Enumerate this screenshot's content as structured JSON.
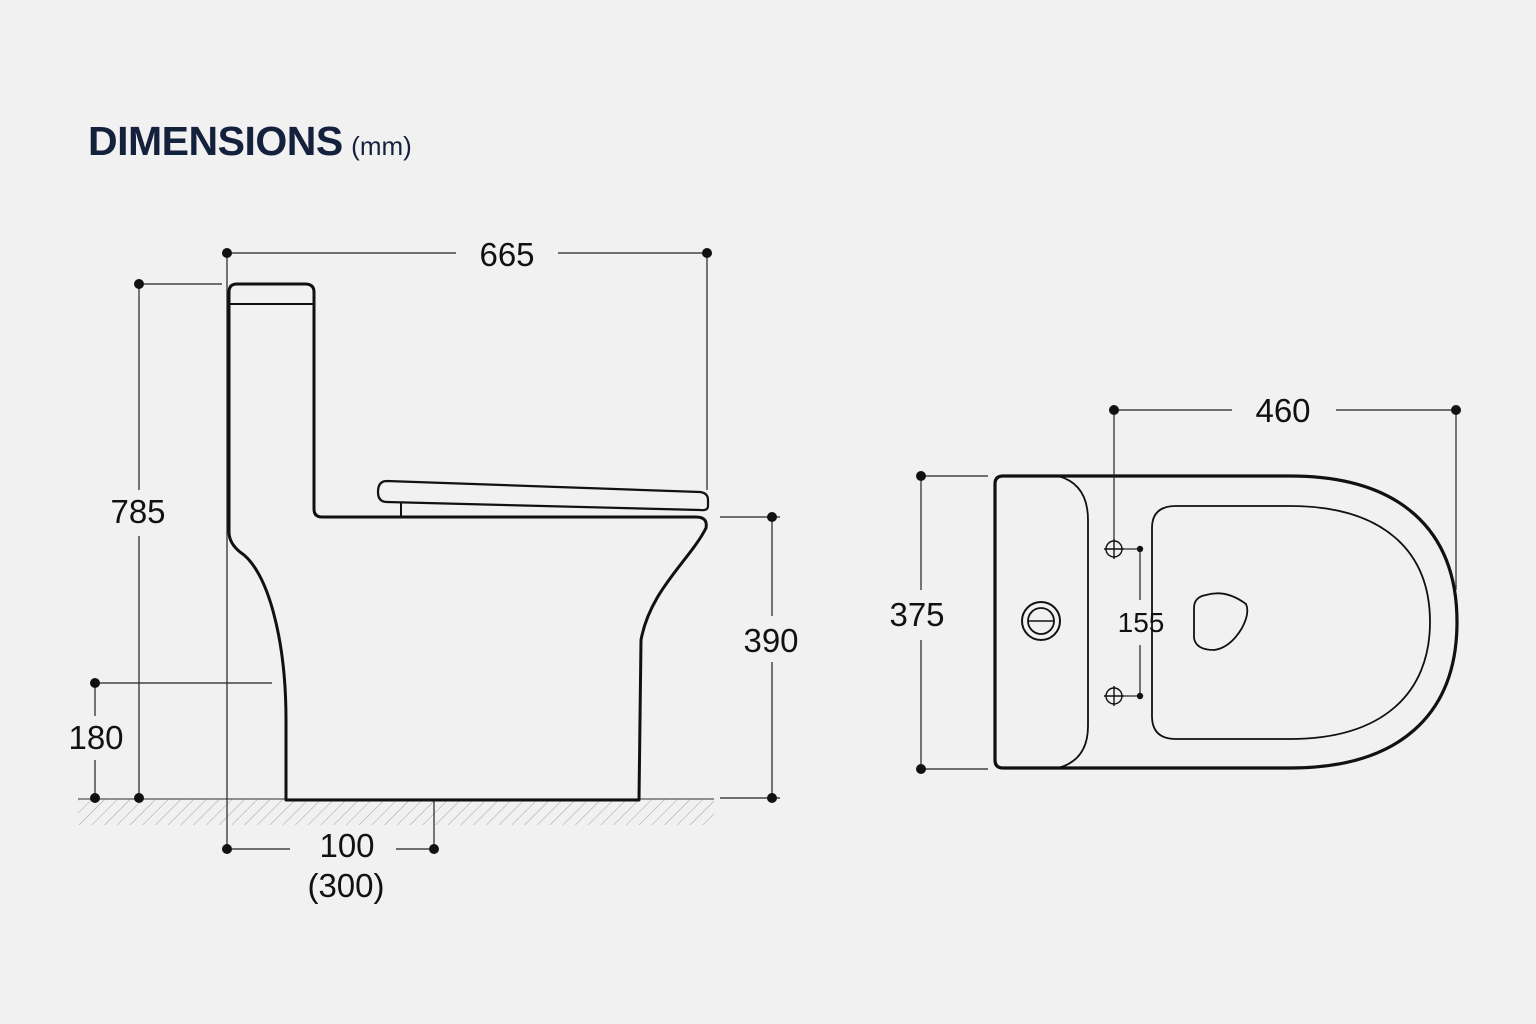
{
  "title": {
    "main": "DIMENSIONS",
    "unit": "(mm)"
  },
  "side_view": {
    "overall_length": "665",
    "overall_height": "785",
    "seat_height": "390",
    "outlet_height": "180",
    "rough_in": "100",
    "rough_in_alt": "(300)"
  },
  "top_view": {
    "bowl_length": "460",
    "overall_width": "375",
    "bolt_spacing": "155"
  }
}
